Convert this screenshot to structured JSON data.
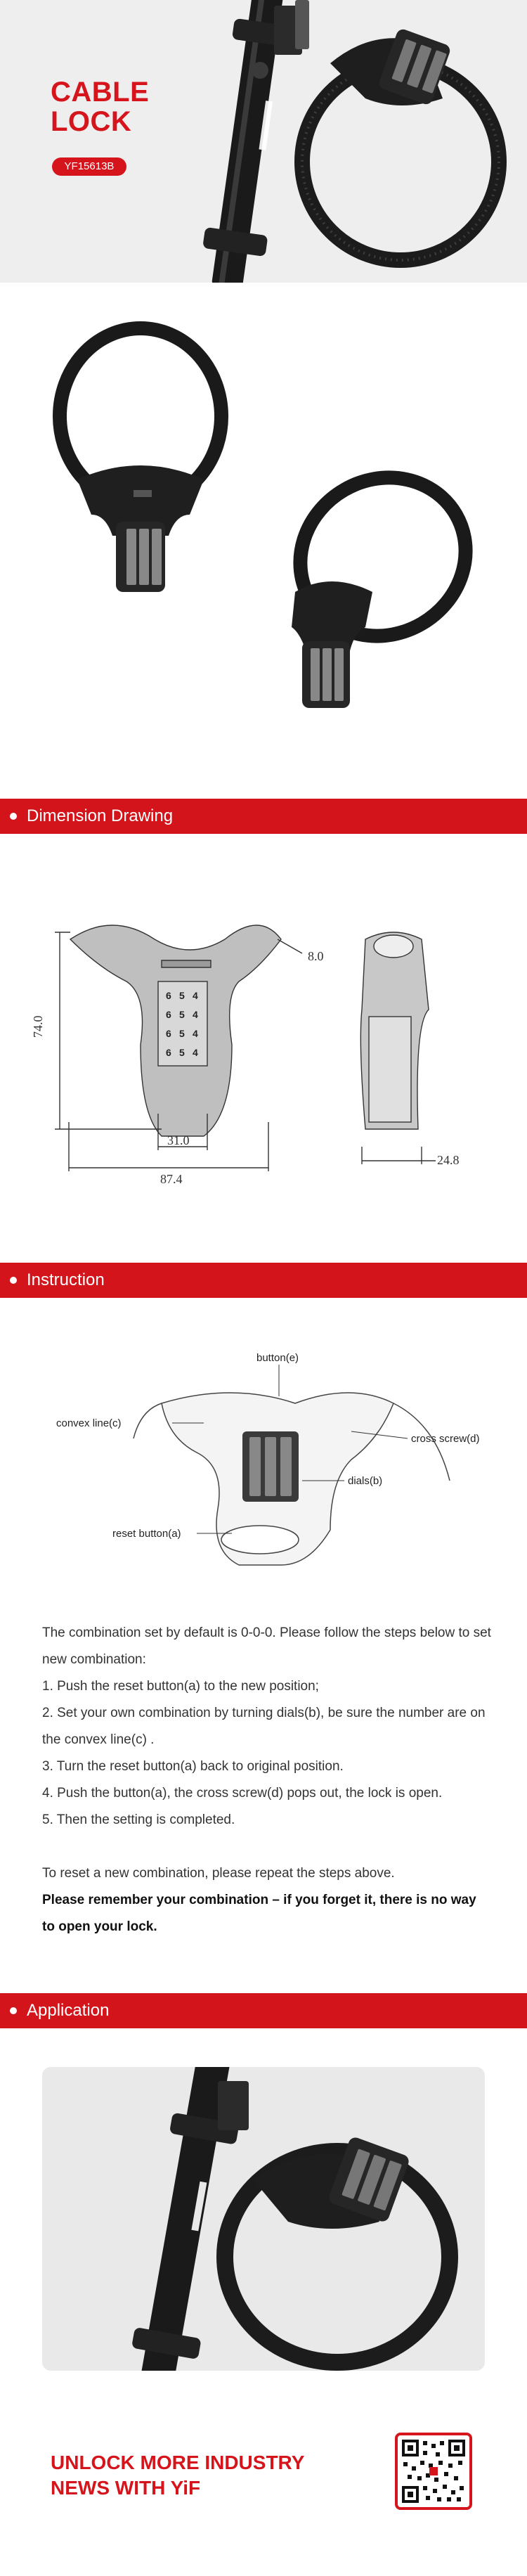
{
  "hero": {
    "title_line1": "CABLE",
    "title_line2": "LOCK",
    "model": "YF15613B"
  },
  "sections": {
    "dimension": "Dimension Drawing",
    "instruction": "Instruction",
    "application": "Application"
  },
  "dimension": {
    "diameter": "8.0",
    "height": "74.0",
    "dial_width": "31.0",
    "overall_width": "87.4",
    "depth": "24.8",
    "dial_digits": [
      "6",
      "5",
      "4"
    ]
  },
  "instruction_labels": {
    "button_e": "button(e)",
    "convex_line_c": "convex line(c)",
    "cross_screw_d": "cross screw(d)",
    "dials_b": "dials(b)",
    "reset_button_a": "reset button(a)"
  },
  "instructions": {
    "intro": "The combination set by default is 0-0-0. Please follow the steps below to set new combination:",
    "step1": "1. Push the reset button(a) to the  new position;",
    "step2": "2. Set your  own combination by turning dials(b), be sure the number are on the convex line(c) .",
    "step3": "3. Turn the reset button(a) back to original position.",
    "step4": "4. Push the button(a), the cross screw(d) pops out, the lock is open.",
    "step5": "5. Then the setting is completed.",
    "reset": "To reset a new combination, please repeat the steps above.",
    "warning": "Please remember your combination – if you forget it, there is no way to open your lock."
  },
  "footer": {
    "line1": "UNLOCK MORE INDUSTRY",
    "line2": "NEWS WITH YiF"
  },
  "colors": {
    "brand_red": "#d4141b",
    "hero_bg": "#eeeeee"
  }
}
